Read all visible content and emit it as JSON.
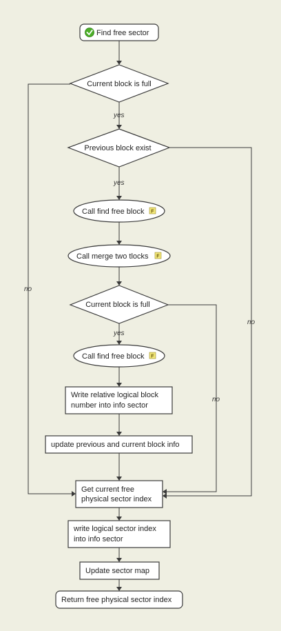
{
  "nodes": {
    "start": "Find free sector",
    "cond_full_1": "Current block is full",
    "cond_prev_exist": "Previous block exist",
    "call_find_1": "Call find free block",
    "call_merge": "Call merge two tlocks",
    "cond_full_2": "Current block is full",
    "call_find_2": "Call find free block",
    "write_rel_1": "Write relative logical block",
    "write_rel_2": "number into info sector",
    "update_prev": "update previous and current block info",
    "get_free_1": "Get current free",
    "get_free_2": "physical sector index",
    "write_log_1": "write logical sector index",
    "write_log_2": "into info sector",
    "update_map": "Update sector map",
    "return_free": "Return free physical sector index"
  },
  "edges": {
    "yes_1": "yes",
    "yes_2": "yes",
    "yes_3": "yes",
    "no_1": "no",
    "no_2": "no",
    "no_3": "no"
  },
  "badges": {
    "function_badge": "F"
  },
  "colors": {
    "background": "#efefe2",
    "start_icon": "#4caf28",
    "badge_fill": "#f2e77a"
  }
}
